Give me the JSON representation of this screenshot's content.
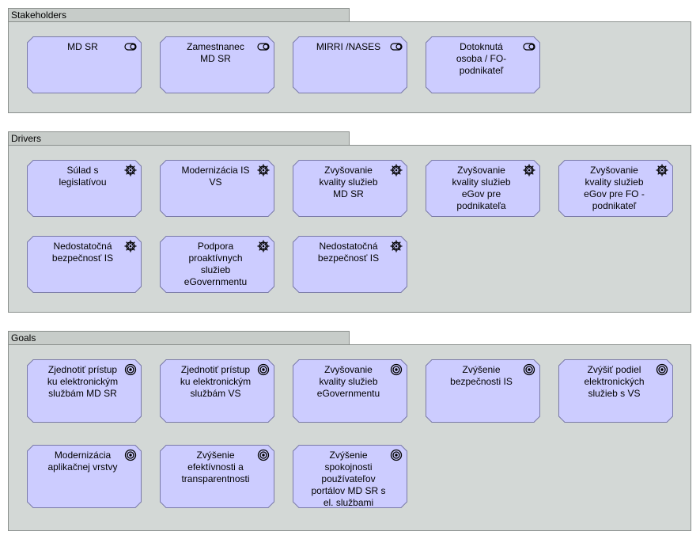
{
  "groups": [
    {
      "title": "Stakeholders",
      "icon": "stakeholder-icon",
      "items": [
        {
          "label": "MD SR"
        },
        {
          "label": "Zamestnanec\nMD SR"
        },
        {
          "label": "MIRRI /NASES"
        },
        {
          "label": "Dotoknutá\nosoba / FO-\npodnikateľ"
        }
      ]
    },
    {
      "title": "Drivers",
      "icon": "driver-icon",
      "items": [
        {
          "label": "Súlad s\nlegislatívou"
        },
        {
          "label": "Modernizácia IS\nVS"
        },
        {
          "label": "Zvyšovanie\nkvality služieb\nMD SR"
        },
        {
          "label": "Zvyšovanie\nkvality služieb\neGov pre\npodnikateľa"
        },
        {
          "label": "Zvyšovanie\nkvality služieb\neGov pre FO -\npodnikateľ"
        },
        {
          "label": "Nedostatočná\nbezpečnosť IS"
        },
        {
          "label": "Podpora\nproaktívnych\nslužieb\neGovernmentu"
        },
        {
          "label": "Nedostatočná\nbezpečnosť IS"
        }
      ]
    },
    {
      "title": "Goals",
      "icon": "goal-icon",
      "items": [
        {
          "label": "Zjednotiť prístup\nku elektronickým\nslužbám MD SR"
        },
        {
          "label": "Zjednotiť prístup\nku elektronickým\nslužbám VS"
        },
        {
          "label": "Zvyšovanie\nkvality služieb\neGovernmentu"
        },
        {
          "label": "Zvýšenie\nbezpečnosti IS"
        },
        {
          "label": "Zvýšiť podiel\nelektronických\nslužieb s VS"
        },
        {
          "label": "Modernizácia\naplikačnej vrstvy"
        },
        {
          "label": "Zvýšenie\nefektívnosti a\ntransparentnosti"
        },
        {
          "label": "Zvýšenie\nspokojnosti\npoužívateľov\nportálov MD SR s\nel. službami"
        }
      ]
    }
  ]
}
